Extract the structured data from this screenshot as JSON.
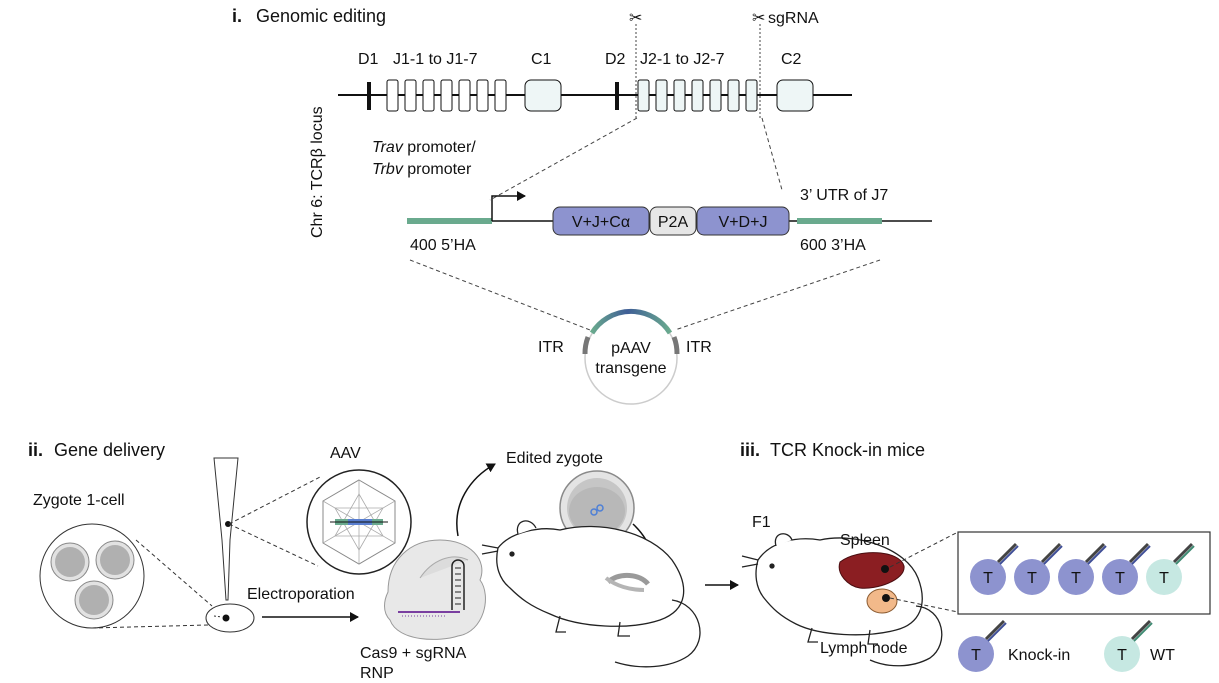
{
  "section1": {
    "num": "i.",
    "title": "Genomic editing",
    "side_label": "Chr 6: TCRβ locus",
    "locus": {
      "d1": "D1",
      "j1": "J1-1 to J1-7",
      "c1": "C1",
      "d2": "D2",
      "j2": "J2-1 to J2-7",
      "c2": "C2"
    },
    "sgrna_label": "sgRNA",
    "promoter": {
      "gene1": "Trav",
      "text1": " promoter/",
      "gene2": "Trbv",
      "text2": " promoter"
    },
    "utr_label": "3’ UTR of J7",
    "cassette": {
      "box1": "V+J+Cα",
      "box2": "P2A",
      "box3": "V+D+J"
    },
    "ha_left": "400 5’HA",
    "ha_right": "600 3’HA",
    "plasmid": {
      "itr_left": "ITR",
      "itr_right": "ITR",
      "line1": "pAAV",
      "line2": "transgene"
    }
  },
  "section2": {
    "num": "ii.",
    "title": "Gene delivery",
    "zygote_label": "Zygote 1-cell",
    "aav_label": "AAV",
    "electroporation": "Electroporation",
    "rnp_line1": "Cas9 + sgRNA",
    "rnp_line2": "RNP",
    "edited_zygote": "Edited zygote"
  },
  "section3": {
    "num": "iii.",
    "title": "TCR Knock-in mice",
    "f1": "F1",
    "spleen": "Spleen",
    "lymph_node": "Lymph node",
    "cell_letter": "T",
    "legend_knockin": "Knock-in",
    "legend_wt": "WT"
  },
  "colors": {
    "homology_arm": "#6aaa8e",
    "cassette_blue": "#8d93cf",
    "p2a_grey": "#e6e6e6",
    "exon_fill": "#eef6f6",
    "spleen": "#8b1e22",
    "lymph_node": "#f2b98a",
    "tcell_knockin": "#8d93cf",
    "tcell_wt": "#c6e8e2"
  }
}
